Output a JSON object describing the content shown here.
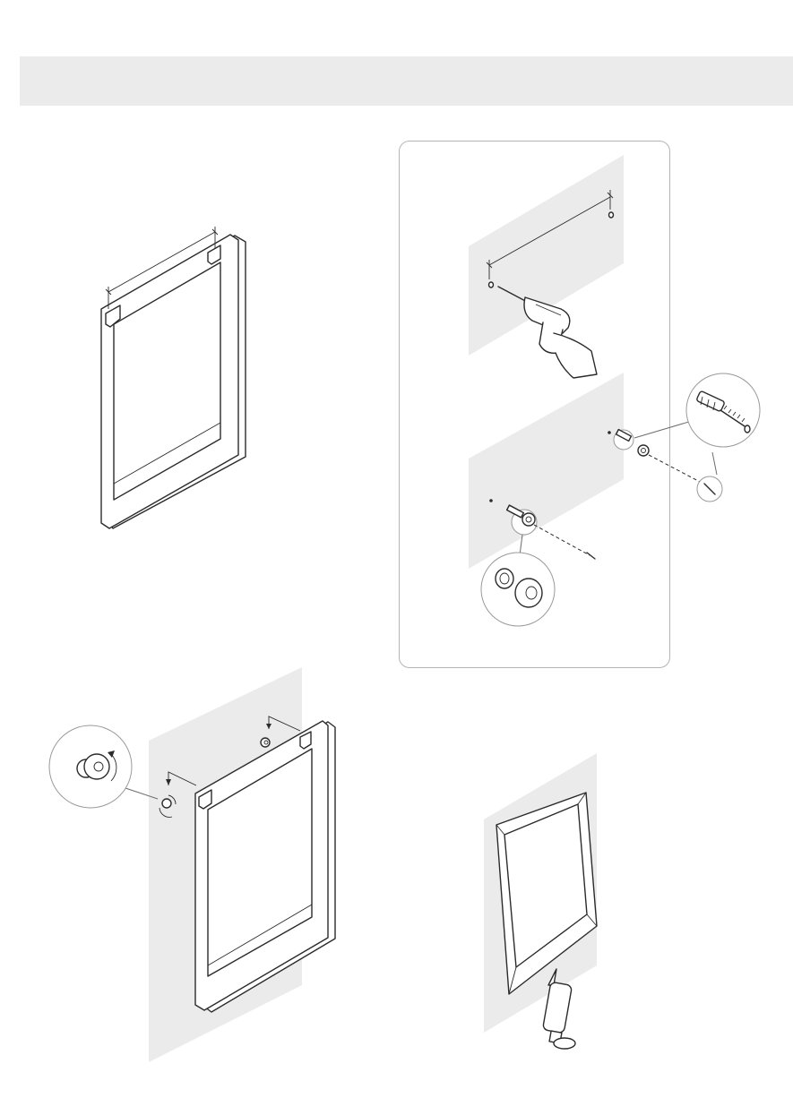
{
  "document": {
    "header_band": "",
    "steps": [
      {
        "id": "step-1",
        "description_visible": false
      },
      {
        "id": "step-2",
        "description_visible": false
      },
      {
        "id": "step-3",
        "description_visible": false
      },
      {
        "id": "step-4",
        "description_visible": false
      }
    ]
  },
  "icons": {
    "step1": "mirror-with-hanging-brackets-icon",
    "step2": "wall-drill-and-wall-plug-icon",
    "step3": "mirror-hung-on-wall-buttons-icon",
    "step4": "silicone-sealant-gun-icon"
  },
  "colors": {
    "header_band": "#ebebeb",
    "wall": "#ebebeb",
    "line": "#2b2b2b",
    "panel_border": "#b5b5b5"
  }
}
